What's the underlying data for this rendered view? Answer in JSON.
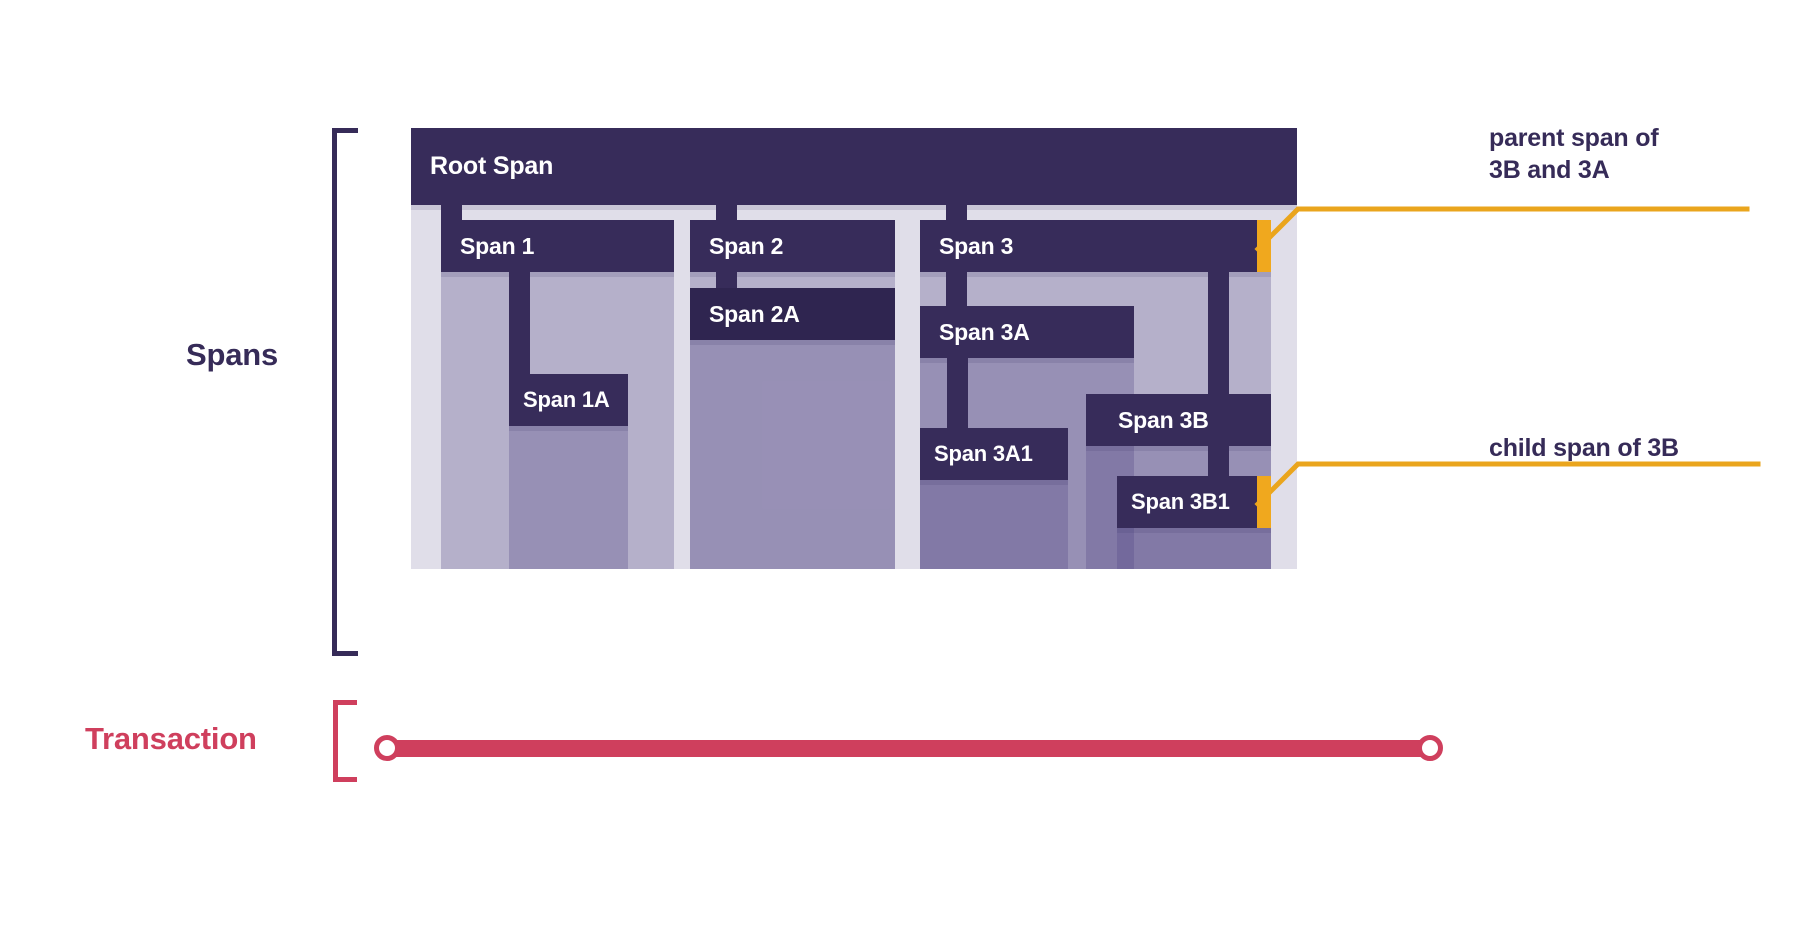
{
  "diagram": {
    "title_groups": {
      "spans_label": "Spans",
      "transaction_label": "Transaction"
    },
    "colors": {
      "span_dark": "#372c5a",
      "span_dark_dense": "#2f2550",
      "span_body_tint": "rgba(84,70,133,0.30)",
      "root_body_tint": "rgba(84,70,133,0.18)",
      "highlight": "#f0a81e",
      "transaction": "#cf3f5d",
      "text_dark": "#362b58",
      "background": "#ffffff"
    },
    "spans": [
      {
        "id": "root",
        "label": "Root Span",
        "depth": 0
      },
      {
        "id": "s1",
        "label": "Span 1",
        "depth": 1,
        "parent": "root"
      },
      {
        "id": "s1a",
        "label": "Span 1A",
        "depth": 2,
        "parent": "s1"
      },
      {
        "id": "s2",
        "label": "Span 2",
        "depth": 1,
        "parent": "root"
      },
      {
        "id": "s2a",
        "label": "Span 2A",
        "depth": 2,
        "parent": "s2"
      },
      {
        "id": "s3",
        "label": "Span 3",
        "depth": 1,
        "parent": "root"
      },
      {
        "id": "s3a",
        "label": "Span 3A",
        "depth": 2,
        "parent": "s3"
      },
      {
        "id": "s3a1",
        "label": "Span 3A1",
        "depth": 3,
        "parent": "s3a"
      },
      {
        "id": "s3b",
        "label": "Span 3B",
        "depth": 2,
        "parent": "s3"
      },
      {
        "id": "s3b1",
        "label": "Span 3B1",
        "depth": 3,
        "parent": "s3b"
      }
    ],
    "annotations": [
      {
        "id": "parent-callout",
        "text": "parent span of\n3B and 3A",
        "target": "s3"
      },
      {
        "id": "child-callout",
        "text": "child span of 3B",
        "target": "s3b1"
      }
    ]
  }
}
